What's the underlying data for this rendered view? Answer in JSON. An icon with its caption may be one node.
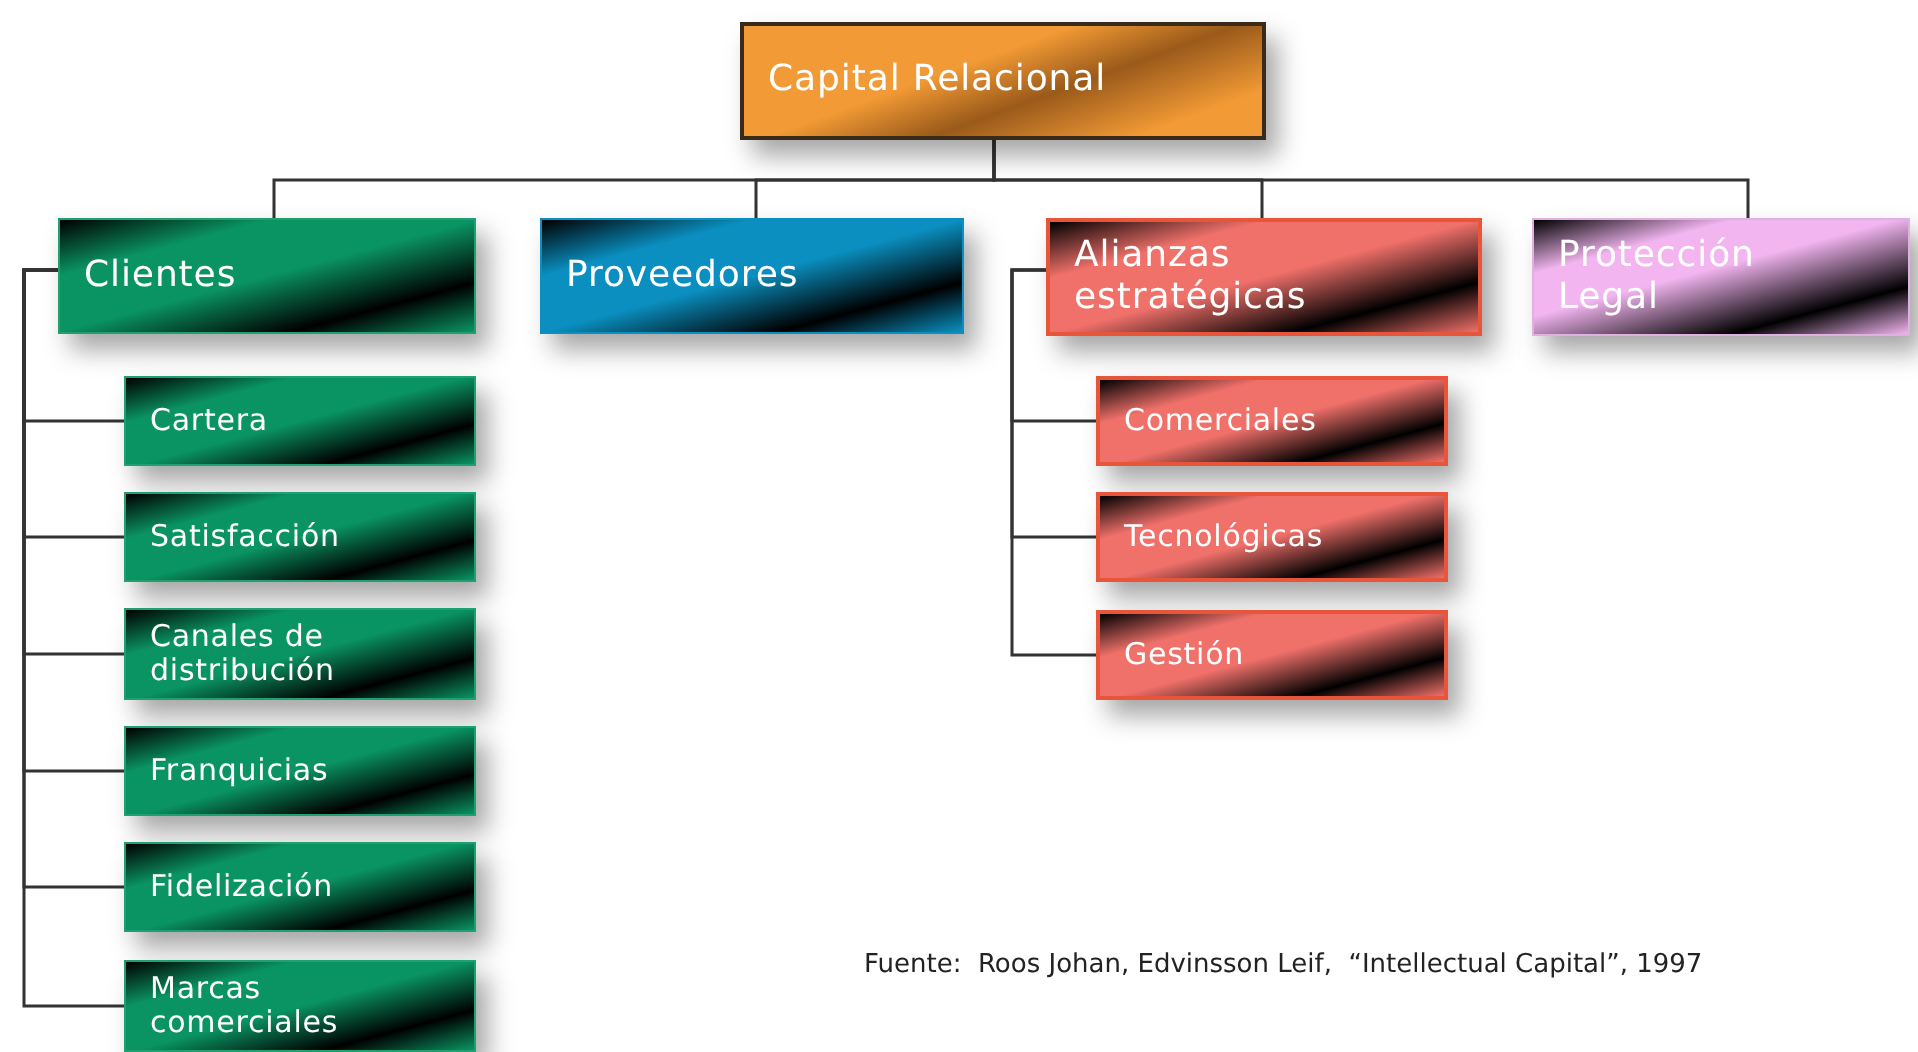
{
  "diagram": {
    "nodes": [
      {
        "text": [
          "Capital Relacional"
        ]
      },
      {
        "text": [
          "Clientes"
        ]
      },
      {
        "text": [
          "Proveedores"
        ]
      },
      {
        "text": [
          "Alianzas estratégicas"
        ]
      },
      {
        "text": [
          "Protección Legal"
        ]
      },
      {
        "text": [
          "Cartera"
        ]
      },
      {
        "text": [
          "Satisfacción"
        ]
      },
      {
        "text": [
          "Canales de distribución"
        ]
      },
      {
        "text": [
          "Franquicias"
        ]
      },
      {
        "text": [
          "Fidelización"
        ]
      },
      {
        "text": [
          "Marcas comerciales"
        ]
      },
      {
        "text": [
          "Comerciales"
        ]
      },
      {
        "text": [
          "Tecnológicas"
        ]
      },
      {
        "text": [
          "Gestión"
        ]
      }
    ],
    "edges": [
      {
        "from": 0,
        "to": 1,
        "arrow": "none"
      },
      {
        "from": 0,
        "to": 2,
        "arrow": "none"
      },
      {
        "from": 0,
        "to": 3,
        "arrow": "none"
      },
      {
        "from": 0,
        "to": 4,
        "arrow": "none"
      },
      {
        "from": 1,
        "to": 5,
        "arrow": "none"
      },
      {
        "from": 1,
        "to": 6,
        "arrow": "none"
      },
      {
        "from": 1,
        "to": 7,
        "arrow": "none"
      },
      {
        "from": 1,
        "to": 8,
        "arrow": "none"
      },
      {
        "from": 1,
        "to": 9,
        "arrow": "none"
      },
      {
        "from": 1,
        "to": 10,
        "arrow": "none"
      },
      {
        "from": 3,
        "to": 11,
        "arrow": "none"
      },
      {
        "from": 3,
        "to": 12,
        "arrow": "none"
      },
      {
        "from": 3,
        "to": 13,
        "arrow": "none"
      }
    ],
    "labels": [
      "Fuente:  Roos Johan, Edvinsson Leif,  “Intellectual Capital”, 1997"
    ]
  }
}
